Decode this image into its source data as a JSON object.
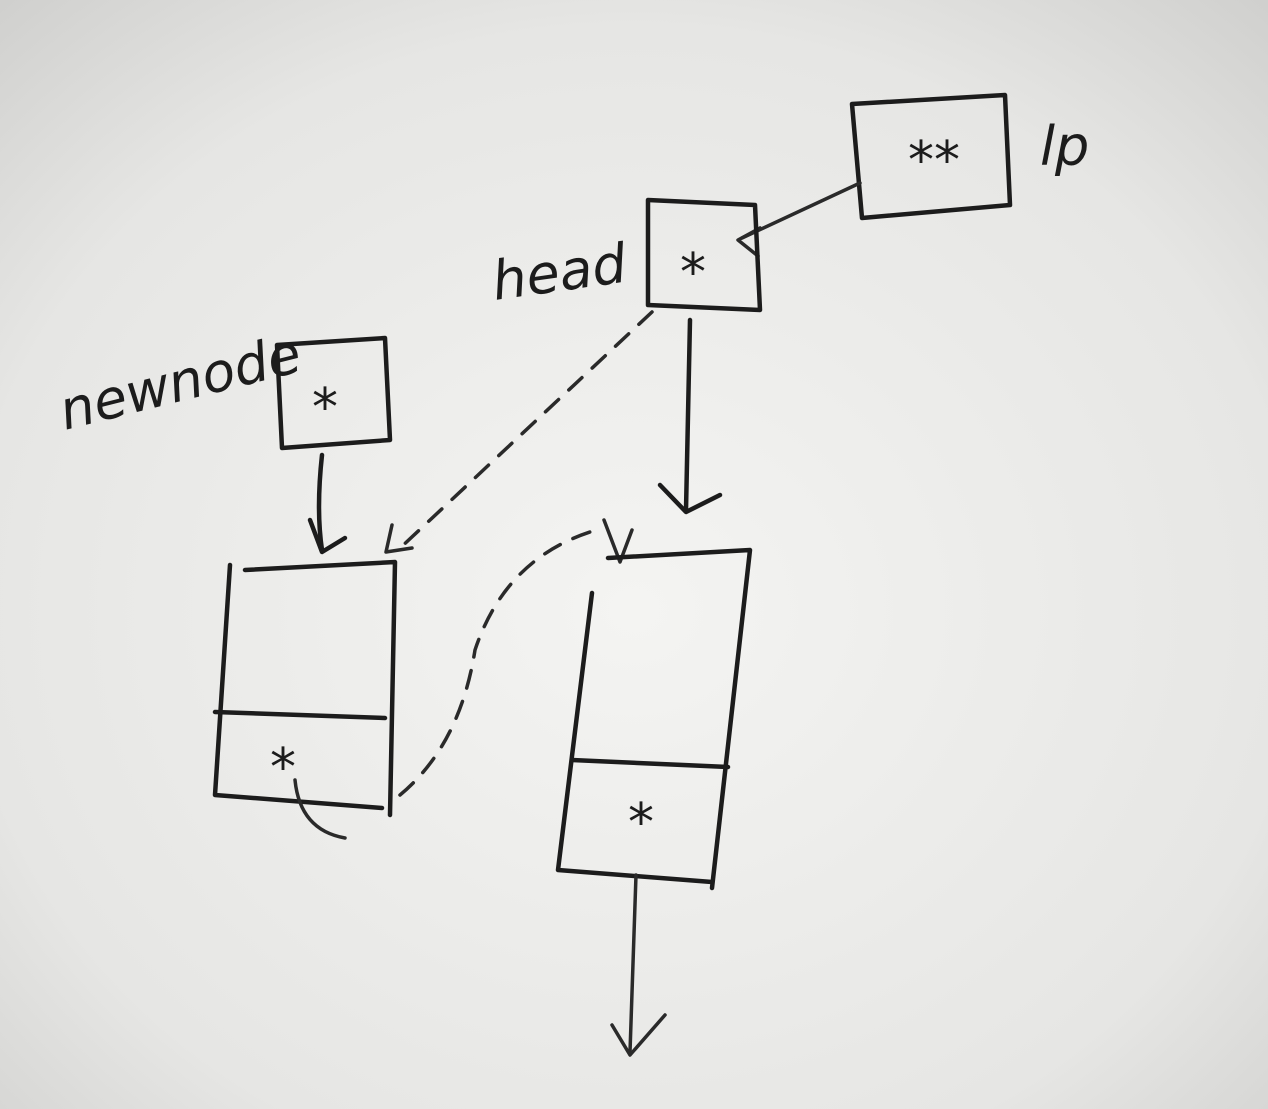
{
  "labels": {
    "lp": "lp",
    "head": "head",
    "newnode": "newnode"
  },
  "glyphs": {
    "pointer": "*",
    "double_pointer": "**"
  }
}
